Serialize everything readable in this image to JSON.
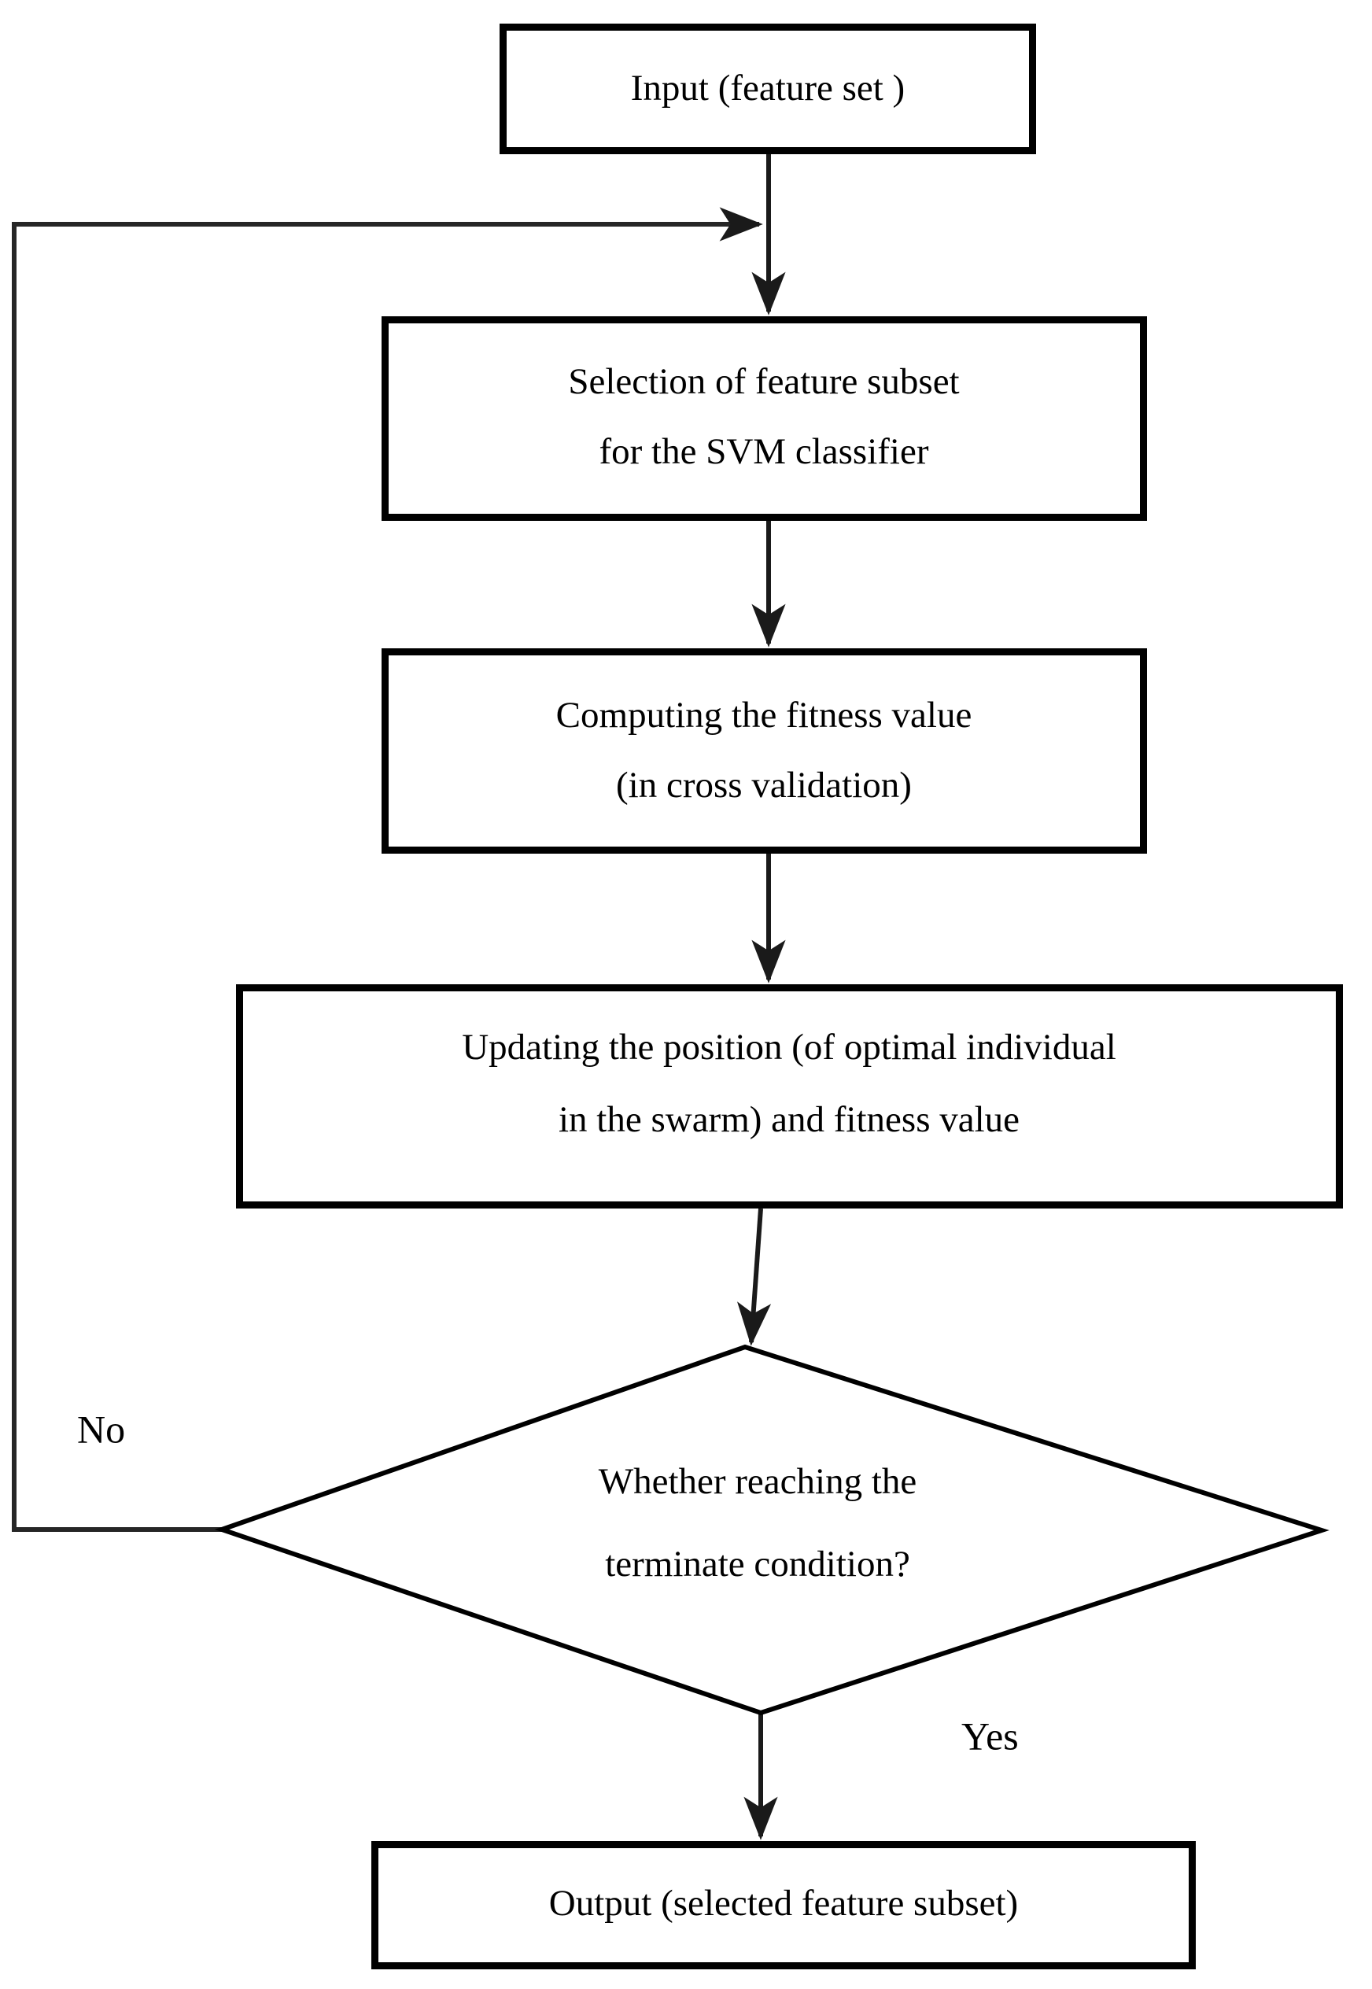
{
  "diagram": {
    "type": "flowchart",
    "title": "PSO-SVM feature selection flowchart",
    "background_color": "#ffffff",
    "line_color": "#000000",
    "text_color": "#000000",
    "nodes": [
      {
        "id": "input",
        "shape": "rectangle",
        "lines": [
          "Input (feature set )"
        ],
        "line1": "Input (feature set )"
      },
      {
        "id": "selection",
        "shape": "rectangle",
        "lines": [
          "Selection of feature subset",
          "for the SVM classifier"
        ],
        "line1": "Selection of feature subset",
        "line2": "for the SVM classifier"
      },
      {
        "id": "fitness",
        "shape": "rectangle",
        "lines": [
          "Computing the fitness value",
          "(in cross validation)"
        ],
        "line1": "Computing the fitness value",
        "line2": "(in cross validation)"
      },
      {
        "id": "updating",
        "shape": "rectangle",
        "lines": [
          "Updating the position (of optimal individual",
          "in the swarm) and fitness value"
        ],
        "line1": "Updating the position (of optimal individual",
        "line2": "in the swarm) and fitness value"
      },
      {
        "id": "decision",
        "shape": "diamond",
        "lines": [
          "Whether reaching the",
          "terminate condition?"
        ],
        "line1": "Whether reaching the",
        "line2": "terminate condition?"
      },
      {
        "id": "output",
        "shape": "rectangle",
        "lines": [
          "Output (selected feature subset)"
        ],
        "line1": "Output (selected feature subset)"
      }
    ],
    "edge_labels": {
      "no": "No",
      "yes": "Yes"
    },
    "edges": [
      {
        "from": "input",
        "to": "selection",
        "label": ""
      },
      {
        "from": "selection",
        "to": "fitness",
        "label": ""
      },
      {
        "from": "fitness",
        "to": "updating",
        "label": ""
      },
      {
        "from": "updating",
        "to": "decision",
        "label": ""
      },
      {
        "from": "decision",
        "to": "selection",
        "label": "No"
      },
      {
        "from": "decision",
        "to": "output",
        "label": "Yes"
      }
    ]
  }
}
